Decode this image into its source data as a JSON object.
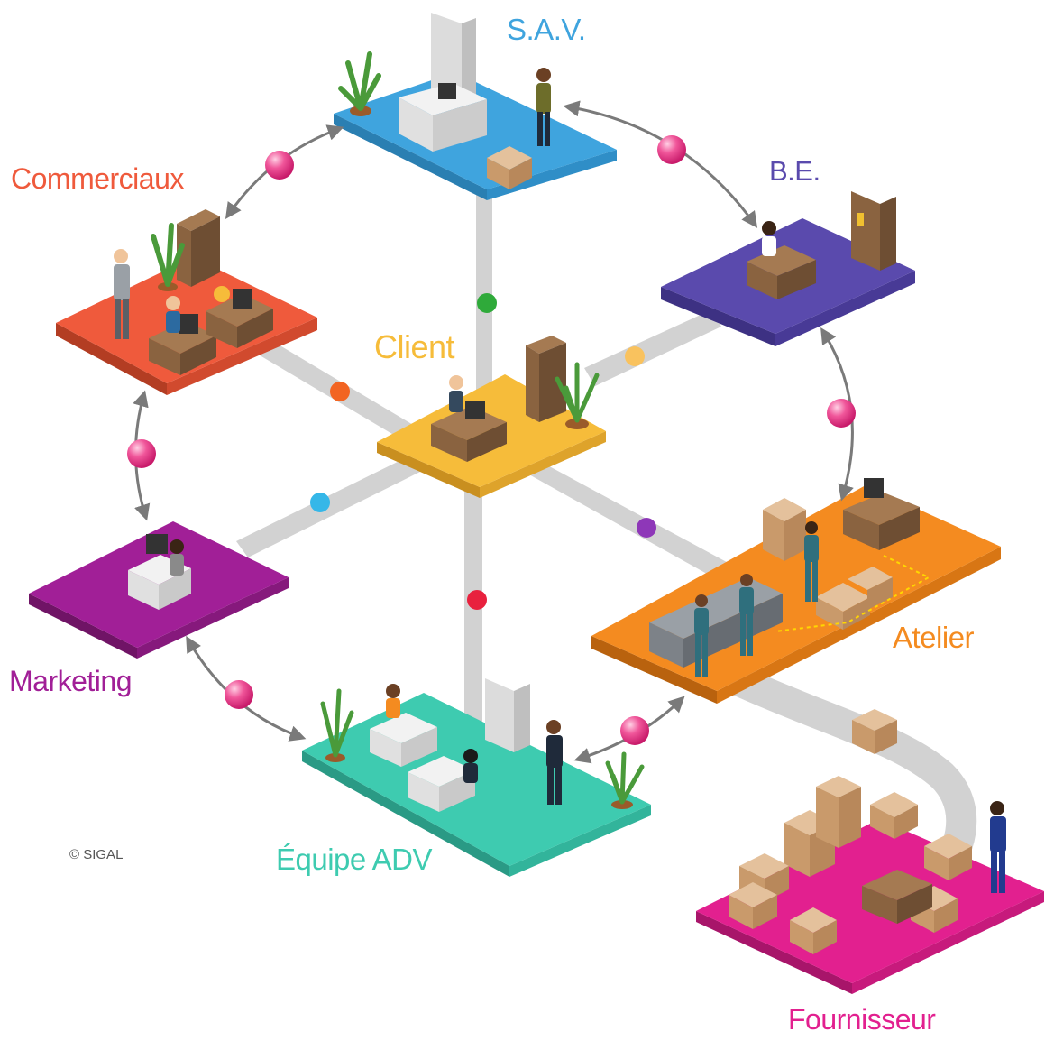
{
  "copyright": "© SIGAL",
  "departments": [
    {
      "id": "sav",
      "label": "S.A.V.",
      "color": "#3fa4de"
    },
    {
      "id": "be",
      "label": "B.E.",
      "color": "#5a4aad"
    },
    {
      "id": "commerciaux",
      "label": "Commerciaux",
      "color": "#ef5a3c"
    },
    {
      "id": "client",
      "label": "Client",
      "color": "#f6bc3a"
    },
    {
      "id": "atelier",
      "label": "Atelier",
      "color": "#f48b20"
    },
    {
      "id": "marketing",
      "label": "Marketing",
      "color": "#a11f97"
    },
    {
      "id": "adv",
      "label": "Équipe ADV",
      "color": "#3ecbb0"
    },
    {
      "id": "fournisseur",
      "label": "Fournisseur",
      "color": "#e2208f"
    }
  ],
  "colors": {
    "connector": "#d2d2d2",
    "arrow": "#7a7a7a",
    "pink_node": "#f0569a",
    "box": "#d6b08a",
    "desk": "#8a6340",
    "shelf": "#8a6340"
  },
  "spoke_dot_colors": {
    "sav": "#2faa3a",
    "commerciaux": "#f26422",
    "be": "#f9c25e",
    "marketing": "#35b7e8",
    "adv": "#e8213e",
    "atelier": "#8e37b8"
  }
}
